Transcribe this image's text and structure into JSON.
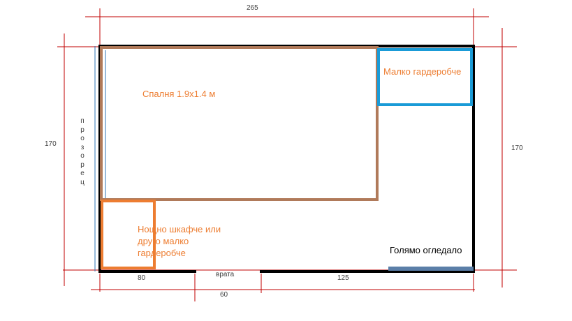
{
  "colors": {
    "wall": "#000000",
    "dimension_line": "#C00000",
    "bed": "#B07A5A",
    "small_wardrobe": "#1A9BD7",
    "nightstand": "#ED7D31",
    "mirror": "#5B7FA8",
    "window": "#2E75B6",
    "label_orange": "#ED7D31",
    "dim_text": "#404040"
  },
  "dimensions": {
    "top": "265",
    "left": "170",
    "right": "170",
    "bottom_left": "80",
    "door_width": "60",
    "bottom_right": "125"
  },
  "labels": {
    "window": "прозорец",
    "bed": "Спалня  1.9x1.4 м",
    "small_wardrobe": "Малко гардеробче",
    "nightstand": "Нощно шкафче или друго малко гардеробче",
    "mirror": "Голямо огледало",
    "door": "врата"
  }
}
